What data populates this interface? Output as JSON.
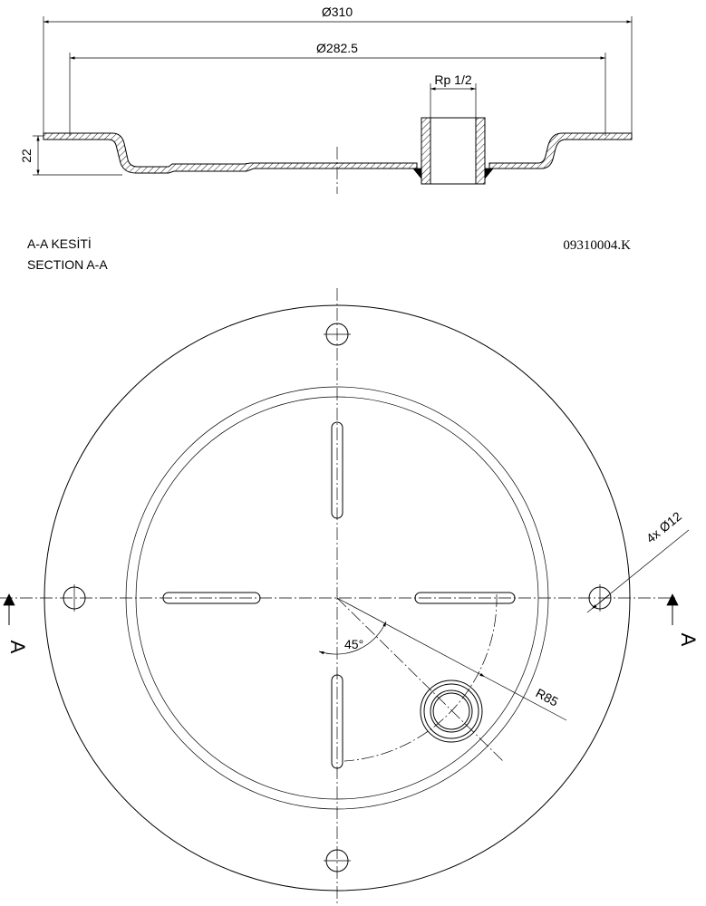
{
  "dimensions": {
    "outer_diameter": "Ø310",
    "inner_diameter": "Ø282.5",
    "pipe_thread": "Rp 1/2",
    "height": "22",
    "holes": "4x Ø12",
    "radius": "R85",
    "angle": "45°"
  },
  "section": {
    "title_tr": "A-A KESİTİ",
    "title_en": "SECTION A-A",
    "marker_left": "A",
    "marker_right": "A"
  },
  "drawing_number": "09310004.K"
}
